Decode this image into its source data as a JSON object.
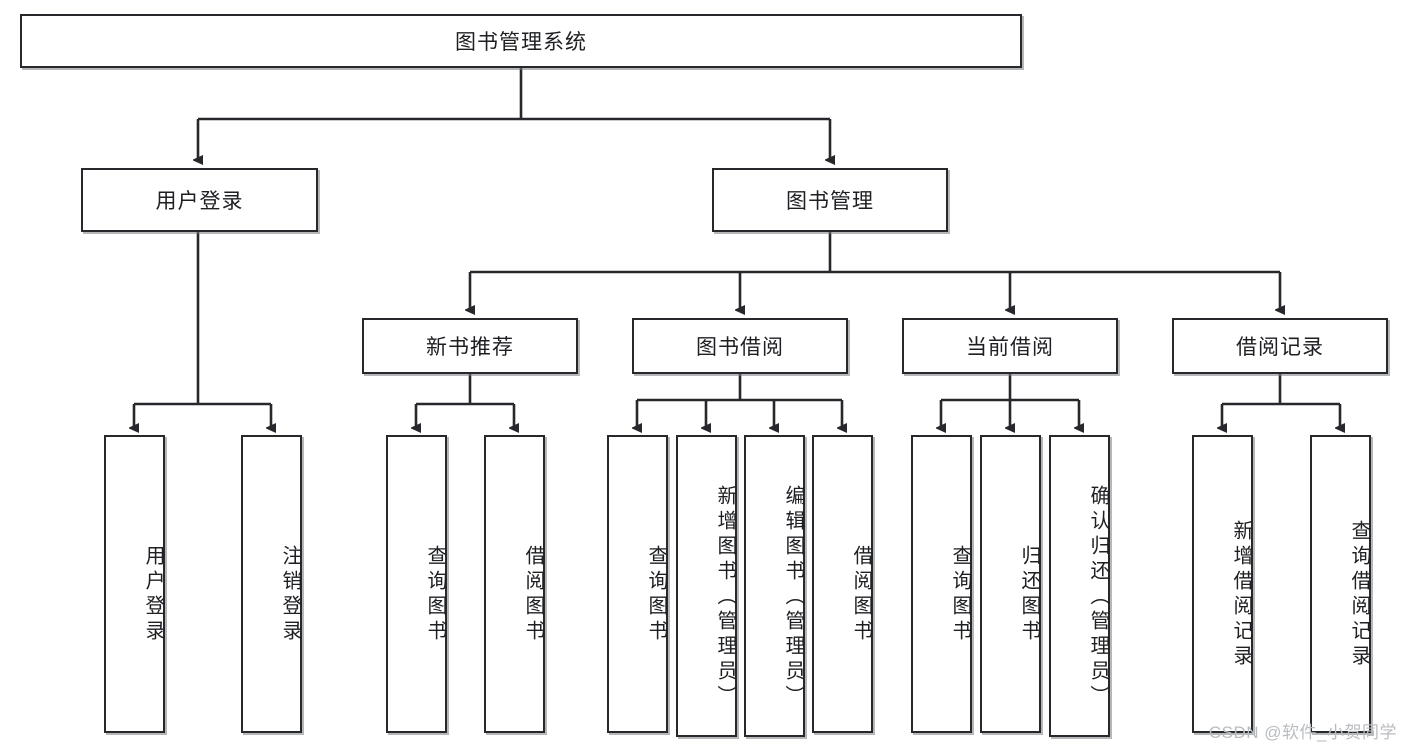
{
  "diagram": {
    "title": "图书管理系统",
    "type": "tree-hierarchy-flowchart",
    "root": {
      "label": "图书管理系统"
    },
    "level2": [
      {
        "label": "用户登录"
      },
      {
        "label": "图书管理"
      }
    ],
    "level3": [
      {
        "label": "新书推荐"
      },
      {
        "label": "图书借阅"
      },
      {
        "label": "当前借阅"
      },
      {
        "label": "借阅记录"
      }
    ],
    "leaves": {
      "user_login": [
        {
          "label": "用户登录"
        },
        {
          "label": "注销登录"
        }
      ],
      "new_book_recommend": [
        {
          "label": "查询图书"
        },
        {
          "label": "借阅图书"
        }
      ],
      "book_borrow": [
        {
          "label": "查询图书"
        },
        {
          "label": "新增图书（管理员）"
        },
        {
          "label": "编辑图书（管理员）"
        },
        {
          "label": "借阅图书"
        }
      ],
      "current_borrow": [
        {
          "label": "查询图书"
        },
        {
          "label": "归还图书"
        },
        {
          "label": "确认归还（管理员）"
        }
      ],
      "borrow_record": [
        {
          "label": "新增借阅记录"
        },
        {
          "label": "查询借阅记录"
        }
      ]
    }
  },
  "watermark": {
    "text": "CSDN @软件_小贺同学"
  },
  "colors": {
    "stroke": "#26282b",
    "text": "#1d1f22",
    "background": "#ffffff",
    "shadow": "#787c80",
    "watermark": "#b9bcc0"
  }
}
